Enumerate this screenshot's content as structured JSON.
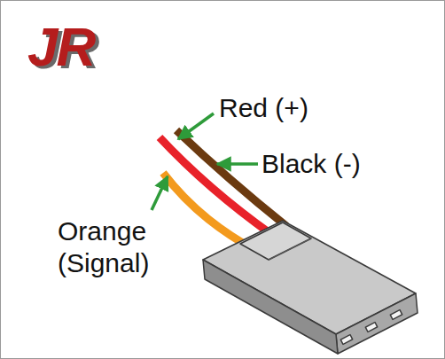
{
  "diagram": {
    "labels": [
      "JR",
      "Red (+)",
      "Black (-)",
      "Orange (Signal)"
    ]
  }
}
